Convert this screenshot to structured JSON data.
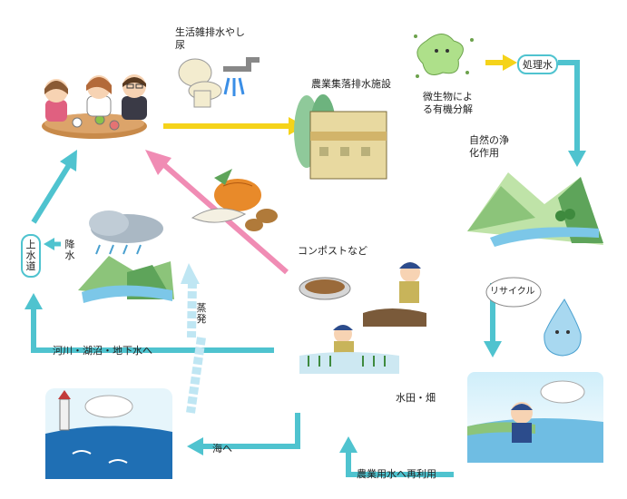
{
  "labels": {
    "household_wastewater": "生活雑排水やし尿",
    "treatment_facility": "農業集落排水施設",
    "microbe_decomposition": "微生物による有機分解",
    "treated_water": "処理水",
    "natural_purification": "自然の浄化作用",
    "recycle": "リサイクル",
    "compost": "コンポストなど",
    "paddy_field": "水田・畑",
    "agricultural_reuse": "農業用水へ再利用",
    "to_sea": "海へ",
    "evaporation": "蒸発",
    "rivers_lakes_groundwater": "河川・湖沼・地下水へ",
    "rainfall": "降水",
    "water_supply": "上水道"
  },
  "colors": {
    "water_flow": "#4fc3cf",
    "wastewater_flow": "#f5d31a",
    "food_flow": "#f08cb4",
    "evaporation_flow": "#bfe6f3"
  }
}
